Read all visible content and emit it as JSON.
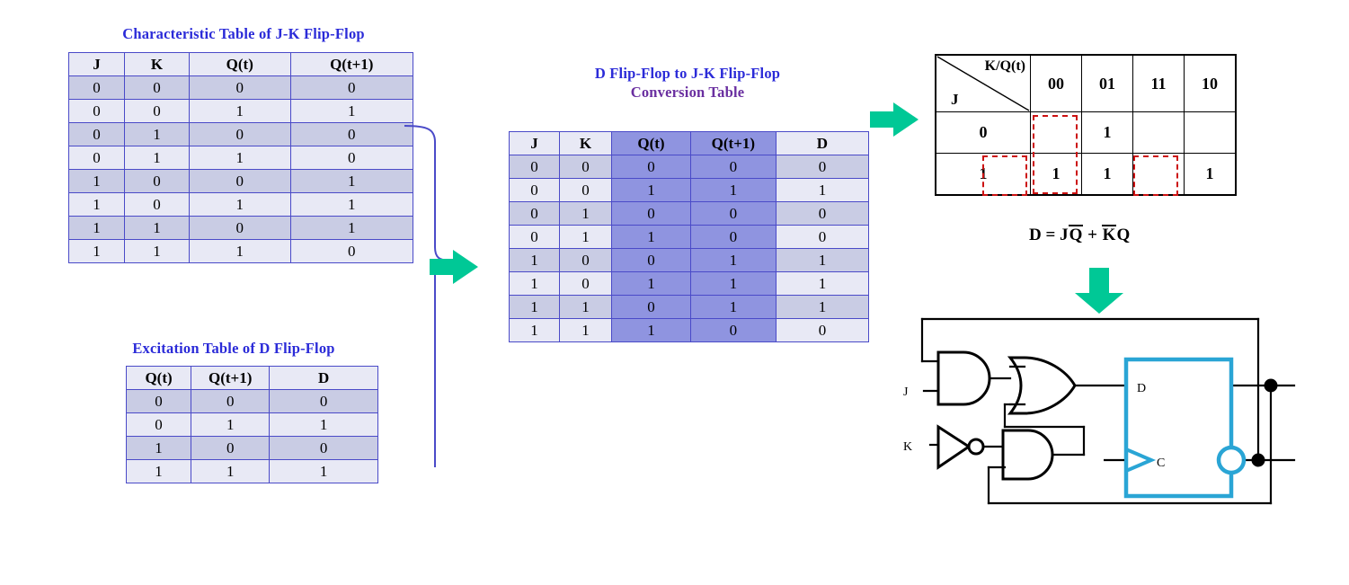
{
  "titles": {
    "characteristic": "Characteristic Table of J-K Flip-Flop",
    "excitation": "Excitation Table of  D Flip-Flop",
    "conversion_line1": "D Flip-Flop to J-K Flip-Flop",
    "conversion_line2": "Conversion Table"
  },
  "colors": {
    "title_blue": "#2b2bd8",
    "title_purple": "#6a2fa0",
    "table_border": "#4a4ac8",
    "row_dark": "#c9cce4",
    "row_light": "#e8e9f5",
    "highlight_col": "#8f94e0",
    "arrow_green": "#00c896",
    "kmap_group_red": "#cc1111",
    "flipflop_cyan": "#2aa5d5"
  },
  "characteristic_table": {
    "headers": [
      "J",
      "K",
      "Q(t)",
      "Q(t+1)"
    ],
    "rows": [
      [
        "0",
        "0",
        "0",
        "0"
      ],
      [
        "0",
        "0",
        "1",
        "1"
      ],
      [
        "0",
        "1",
        "0",
        "0"
      ],
      [
        "0",
        "1",
        "1",
        "0"
      ],
      [
        "1",
        "0",
        "0",
        "1"
      ],
      [
        "1",
        "0",
        "1",
        "1"
      ],
      [
        "1",
        "1",
        "0",
        "1"
      ],
      [
        "1",
        "1",
        "1",
        "0"
      ]
    ]
  },
  "excitation_table": {
    "headers": [
      "Q(t)",
      "Q(t+1)",
      "D"
    ],
    "rows": [
      [
        "0",
        "0",
        "0"
      ],
      [
        "0",
        "1",
        "1"
      ],
      [
        "1",
        "0",
        "0"
      ],
      [
        "1",
        "1",
        "1"
      ]
    ]
  },
  "conversion_table": {
    "headers": [
      "J",
      "K",
      "Q(t)",
      "Q(t+1)",
      "D"
    ],
    "highlighted_columns": [
      2,
      3
    ],
    "rows": [
      [
        "0",
        "0",
        "0",
        "0",
        "0"
      ],
      [
        "0",
        "0",
        "1",
        "1",
        "1"
      ],
      [
        "0",
        "1",
        "0",
        "0",
        "0"
      ],
      [
        "0",
        "1",
        "1",
        "0",
        "0"
      ],
      [
        "1",
        "0",
        "0",
        "1",
        "1"
      ],
      [
        "1",
        "0",
        "1",
        "1",
        "1"
      ],
      [
        "1",
        "1",
        "0",
        "1",
        "1"
      ],
      [
        "1",
        "1",
        "1",
        "0",
        "0"
      ]
    ]
  },
  "kmap": {
    "corner_top_label": "K/Q(t)",
    "corner_bottom_label": "J",
    "column_headers": [
      "00",
      "01",
      "11",
      "10"
    ],
    "row_headers": [
      "0",
      "1"
    ],
    "cells": [
      [
        "",
        "1",
        "",
        ""
      ],
      [
        "1",
        "1",
        "",
        "1"
      ]
    ],
    "equation": {
      "lhs": "D",
      "eq": "=",
      "term1_a": "J",
      "term1_b": "Q",
      "plus": "+",
      "term2_a": "K",
      "term2_b": "Q",
      "full_text": "D = JQ̄ + K̄Q"
    }
  },
  "circuit": {
    "input_j": "J",
    "input_k": "K",
    "ff_input_d": "D",
    "ff_clock_c": "C",
    "gates": [
      "and-gate",
      "or-gate",
      "not-gate",
      "and-gate"
    ]
  },
  "arrows": {
    "arrow1": "right-arrow",
    "arrow2": "right-arrow",
    "arrow3": "down-arrow"
  }
}
